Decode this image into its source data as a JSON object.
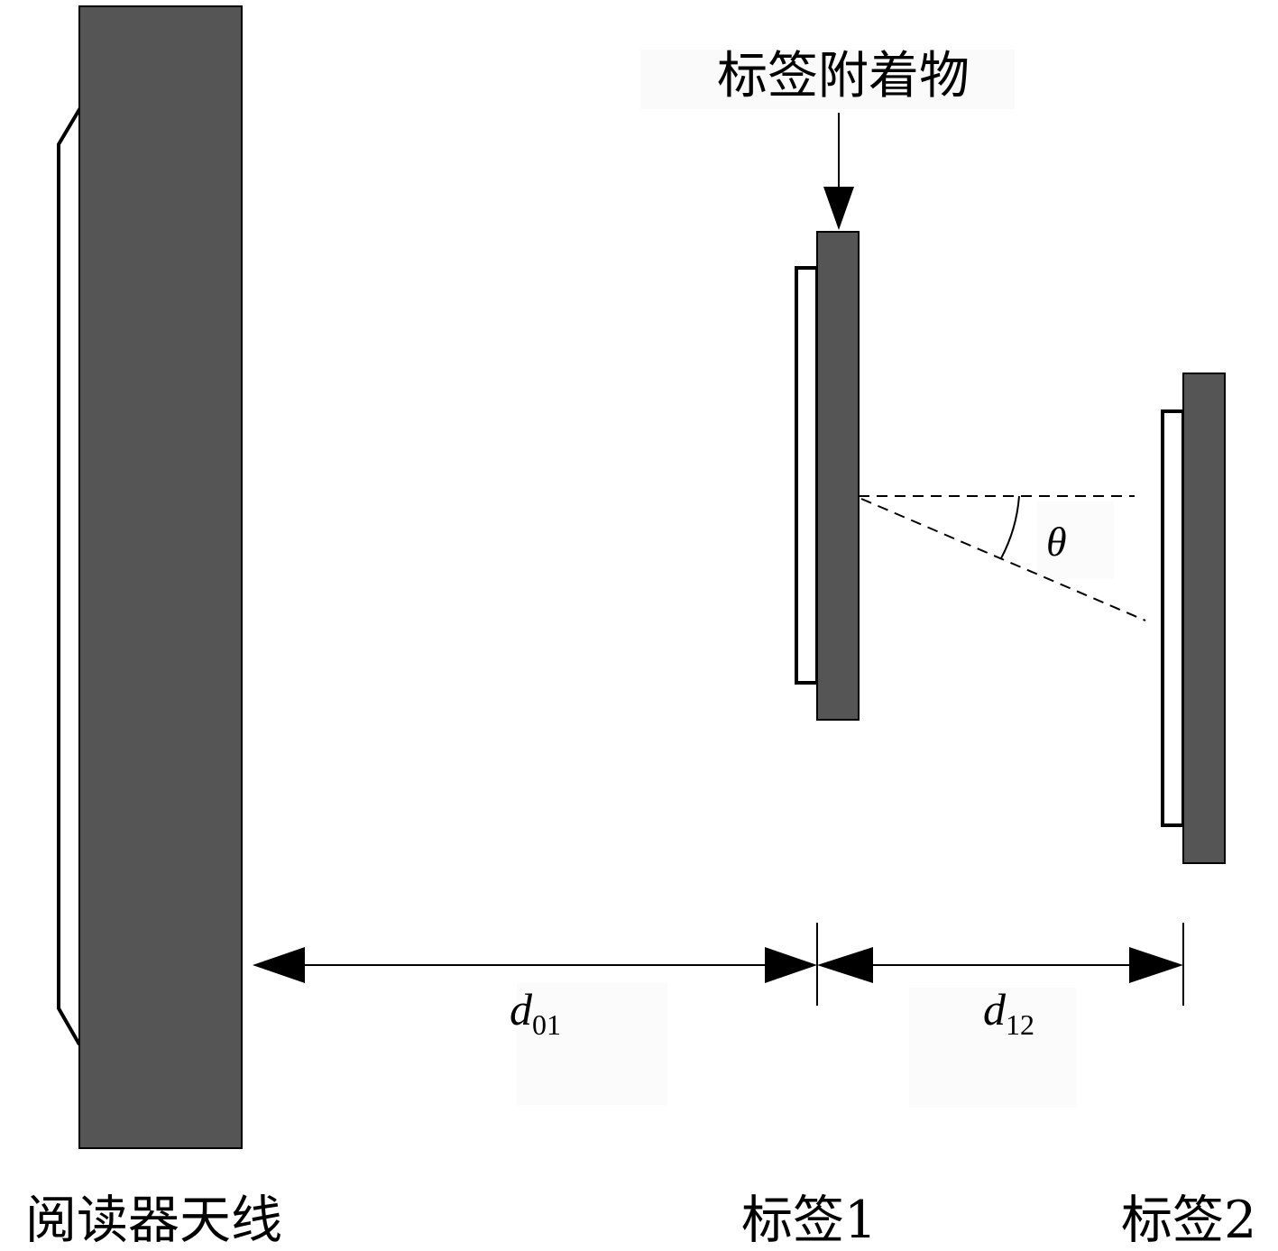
{
  "attachment_label": "标签附着物",
  "angle_label": "θ",
  "dimensions": {
    "d01": {
      "symbol": "d",
      "subscript": "01"
    },
    "d12": {
      "symbol": "d",
      "subscript": "12"
    }
  },
  "labels": {
    "reader_antenna": "阅读器天线",
    "tag1": "标签1",
    "tag2": "标签2"
  },
  "colors": {
    "panel": "#555555",
    "stroke": "#000000",
    "background": "#ffffff"
  }
}
